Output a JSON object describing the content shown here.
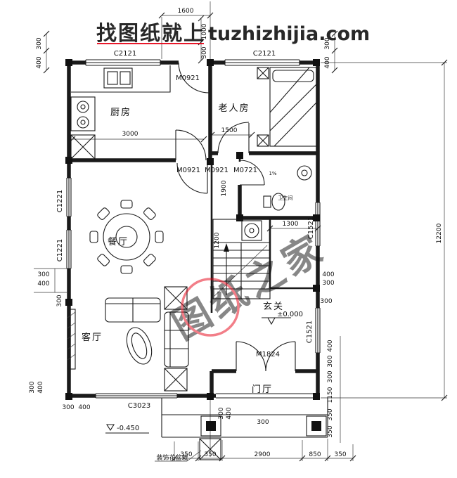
{
  "watermark": {
    "header_cn": "找图纸就上",
    "header_site": "tuzhizhijia.com",
    "diagonal": "图纸之家",
    "color": "#e60014"
  },
  "rooms": {
    "kitchen": "厨房",
    "elder": "老人房",
    "dining": "餐厅",
    "living": "客厅",
    "foyer": "玄关",
    "hall": "门厅",
    "bath": "卫生间"
  },
  "tags": {
    "c2121_l": "C2121",
    "c2121_r": "C2121",
    "m0921_top": "M0921",
    "m0921_a": "M0921",
    "m0921_b": "M0921",
    "m0721": "M0721",
    "c1221_u": "C1221",
    "c1221_d": "C1221",
    "c1521_u": "C1521",
    "c1521_d": "C1521",
    "m1824": "M1824",
    "c3023": "C3023"
  },
  "levels": {
    "ground": "±0.000",
    "porch": "-0.450"
  },
  "notes": {
    "planter": "装饰花盆栽",
    "slope": "1%"
  },
  "dims": {
    "top": [
      "1600",
      "1000",
      "300",
      "300",
      "400",
      "300",
      "400"
    ],
    "left": [
      "300",
      "400",
      "300",
      "300",
      "400",
      "300",
      "400"
    ],
    "right": [
      "12200",
      "400",
      "300",
      "300",
      "400",
      "300",
      "300",
      "1150",
      "350",
      "350"
    ],
    "bottom": [
      "300",
      "400",
      "300",
      "350",
      "350",
      "2900",
      "850",
      "350"
    ],
    "inner": [
      "3000",
      "1500",
      "1900",
      "1200",
      "1300"
    ]
  }
}
